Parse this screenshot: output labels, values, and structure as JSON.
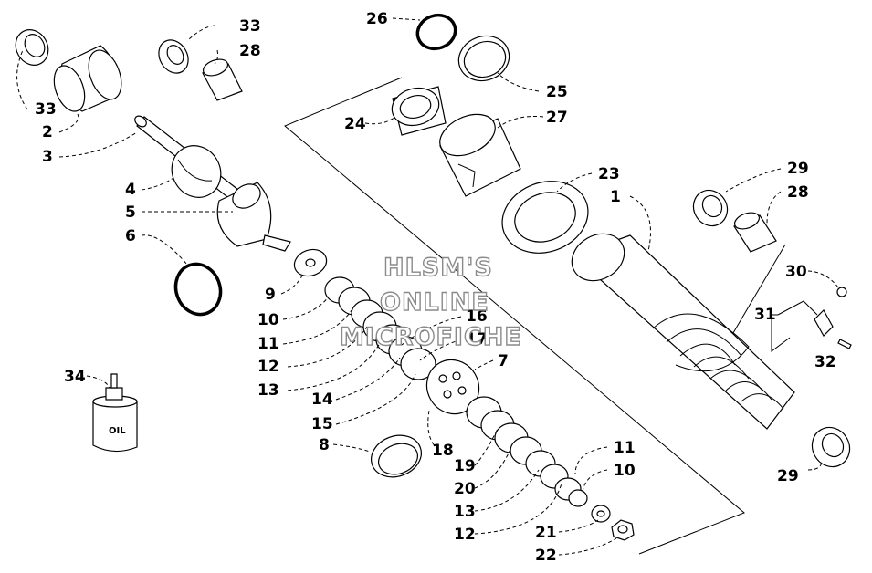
{
  "watermark": {
    "line1": "HLSM'S",
    "line2": "ONLINE",
    "line3": "MICROFICHE"
  },
  "oil_label": "OIL",
  "callouts": [
    {
      "id": "c1",
      "text": "1"
    },
    {
      "id": "c2",
      "text": "2"
    },
    {
      "id": "c3",
      "text": "3"
    },
    {
      "id": "c4",
      "text": "4"
    },
    {
      "id": "c5",
      "text": "5"
    },
    {
      "id": "c6",
      "text": "6"
    },
    {
      "id": "c7",
      "text": "7"
    },
    {
      "id": "c8",
      "text": "8"
    },
    {
      "id": "c9",
      "text": "9"
    },
    {
      "id": "c10a",
      "text": "10"
    },
    {
      "id": "c10b",
      "text": "10"
    },
    {
      "id": "c11a",
      "text": "11"
    },
    {
      "id": "c11b",
      "text": "11"
    },
    {
      "id": "c12a",
      "text": "12"
    },
    {
      "id": "c12b",
      "text": "12"
    },
    {
      "id": "c13a",
      "text": "13"
    },
    {
      "id": "c13b",
      "text": "13"
    },
    {
      "id": "c14",
      "text": "14"
    },
    {
      "id": "c15",
      "text": "15"
    },
    {
      "id": "c16",
      "text": "16"
    },
    {
      "id": "c17",
      "text": "17"
    },
    {
      "id": "c18",
      "text": "18"
    },
    {
      "id": "c19",
      "text": "19"
    },
    {
      "id": "c20",
      "text": "20"
    },
    {
      "id": "c21",
      "text": "21"
    },
    {
      "id": "c22",
      "text": "22"
    },
    {
      "id": "c23",
      "text": "23"
    },
    {
      "id": "c24",
      "text": "24"
    },
    {
      "id": "c25",
      "text": "25"
    },
    {
      "id": "c26",
      "text": "26"
    },
    {
      "id": "c27",
      "text": "27"
    },
    {
      "id": "c28a",
      "text": "28"
    },
    {
      "id": "c28b",
      "text": "28"
    },
    {
      "id": "c29a",
      "text": "29"
    },
    {
      "id": "c29b",
      "text": "29"
    },
    {
      "id": "c30",
      "text": "30"
    },
    {
      "id": "c31",
      "text": "31"
    },
    {
      "id": "c32",
      "text": "32"
    },
    {
      "id": "c33a",
      "text": "33"
    },
    {
      "id": "c33b",
      "text": "33"
    },
    {
      "id": "c34",
      "text": "34"
    }
  ]
}
